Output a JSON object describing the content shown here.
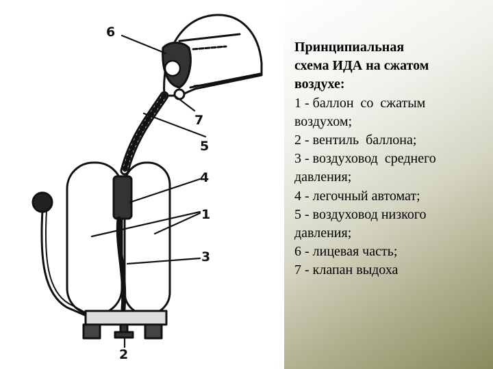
{
  "caption": {
    "title_lines": [
      "Принципиальная",
      "схема ИДА на сжатом",
      "воздухе:"
    ],
    "items": [
      "1 - баллон  со  сжатым",
      "воздухом;",
      "2 - вентиль  баллона;",
      "3 - воздуховод  среднего",
      "давления;",
      "4 - легочный автомат;",
      "5 - воздуховод низкого",
      "давления;",
      "6 - лицевая часть;",
      "7 - клапан выдоха"
    ]
  },
  "callouts": [
    "6",
    "7",
    "5",
    "4",
    "1",
    "3",
    "2"
  ]
}
